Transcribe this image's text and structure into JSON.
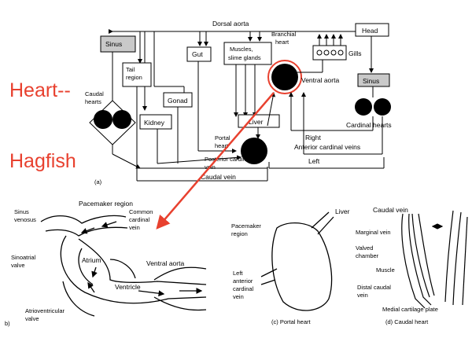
{
  "slide": {
    "title_line1": "Heart--",
    "title_line2": "Hagfish",
    "accent_color": "#e8412f"
  },
  "panel_a": {
    "label": "(a)",
    "boxes": {
      "sinus_left": "Sinus",
      "tail_region": "Tail\nregion",
      "gut": "Gut",
      "muscles": "Muscles,\nslime glands",
      "head": "Head",
      "gills": "Gills",
      "sinus_right": "Sinus",
      "gonad": "Gonad",
      "kidney": "Kidney",
      "liver": "Liver"
    },
    "labels": {
      "dorsal_aorta": "Dorsal aorta",
      "branchial_heart": "Branchial\nheart",
      "ventral_aorta": "Ventral aorta",
      "caudal_hearts": "Caudal\nhearts",
      "cardinal_hearts": "Cardinal hearts",
      "right": "Right",
      "anterior_cardinal_veins": "Anterior cardinal veins",
      "left": "Left",
      "portal_heart": "Portal\nheart",
      "posterior_cardinal_vein": "Posterior cardinal\nvein",
      "caudal_vein": "Caudal vein"
    }
  },
  "panel_b": {
    "label": "b)",
    "labels": {
      "pacemaker_region": "Pacemaker region",
      "sinus_venosus": "Sinus\nvenosus",
      "common_cardinal_vein": "Common\ncardinal\nvein",
      "sinoatrial_valve": "Sinoatrial\nvalve",
      "atrium": "Atrium",
      "ventral_aorta": "Ventral aorta",
      "ventricle": "Ventricle",
      "atrioventricular_valve": "Atrioventricular\nvalve"
    }
  },
  "panel_c": {
    "caption": "(c)  Portal heart",
    "labels": {
      "pacemaker_region": "Pacemaker\nregion",
      "liver": "Liver",
      "left_anterior_cardinal_vein": "Left\nanterior\ncardinal\nvein"
    }
  },
  "panel_d": {
    "caption": "(d)  Caudal heart",
    "labels": {
      "caudal_vein": "Caudal vein",
      "marginal_vein": "Marginal vein",
      "valved_chamber": "Valved\nchamber",
      "muscle": "Muscle",
      "distal_caudal_vein": "Distal caudal\nvein",
      "medial_cartilage_plate": "Medial cartilage plate"
    }
  }
}
